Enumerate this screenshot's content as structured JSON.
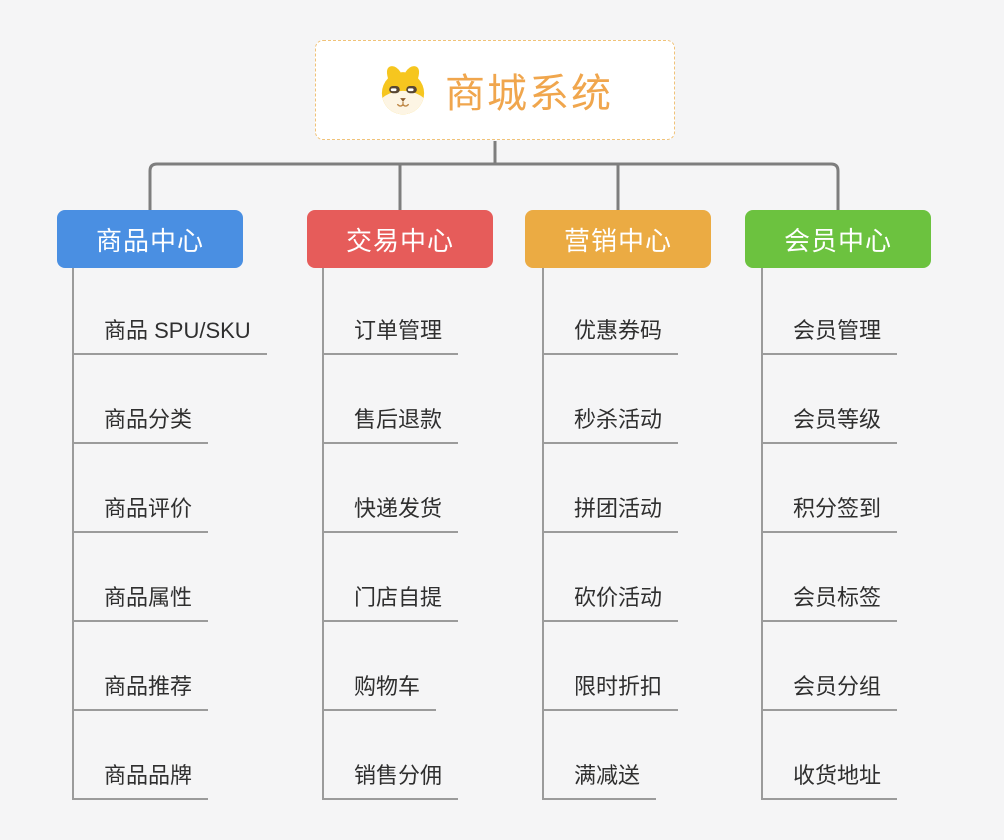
{
  "root": {
    "title": "商城系统",
    "icon": "dog-face-icon",
    "title_color": "#f0a64d",
    "border_color": "#f0c278"
  },
  "connector_colors": {
    "bus": "#7e7e7e",
    "trunk": "#9b9b9b"
  },
  "branches": [
    {
      "label": "商品中心",
      "color": "#4a8fe2",
      "items": [
        "商品 SPU/SKU",
        "商品分类",
        "商品评价",
        "商品属性",
        "商品推荐",
        "商品品牌"
      ]
    },
    {
      "label": "交易中心",
      "color": "#e65c5a",
      "items": [
        "订单管理",
        "售后退款",
        "快递发货",
        "门店自提",
        "购物车",
        "销售分佣"
      ]
    },
    {
      "label": "营销中心",
      "color": "#ebab43",
      "items": [
        "优惠券码",
        "秒杀活动",
        "拼团活动",
        "砍价活动",
        "限时折扣",
        "满减送"
      ]
    },
    {
      "label": "会员中心",
      "color": "#6cc23f",
      "items": [
        "会员管理",
        "会员等级",
        "积分签到",
        "会员标签",
        "会员分组",
        "收货地址"
      ]
    }
  ]
}
